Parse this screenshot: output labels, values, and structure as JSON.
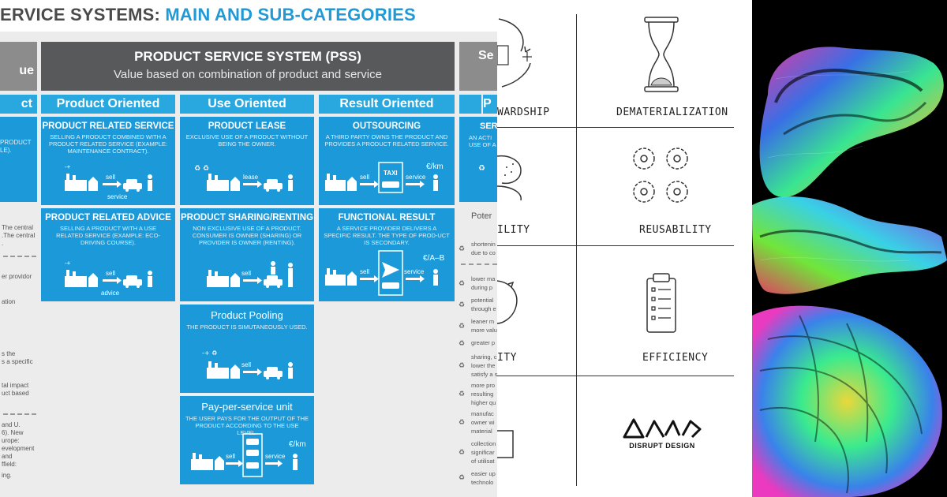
{
  "pss": {
    "title_part1": "ERVICE SYSTEMS:",
    "title_part2": "MAIN AND SUB-CATEGORIES",
    "header_title": "PRODUCT SERVICE SYSTEM (PSS)",
    "header_subtitle": "Value based on combination of product and service",
    "left_header": "ue",
    "right_header": "Se",
    "columns": [
      "Product Oriented",
      "Use Oriented",
      "Result Oriented"
    ],
    "left_col_fragment": "ct",
    "right_col_fragment": "P",
    "cells": {
      "product_related_service": {
        "title": "PRODUCT RELATED SERVICE",
        "desc": "SELLING A PRODUCT COMBINED WITH A PRODUCT RELATED SERVICE (EXAMPLE: MAINTENANCE CONTRACT).",
        "label1": "sell",
        "label2": "service"
      },
      "product_related_advice": {
        "title": "PRODUCT RELATED ADVICE",
        "desc": "SELLING A PRODUCT WITH A USE RELATED SERVICE (EXAMPLE: ECO-DRIVING COURSE).",
        "label1": "sell",
        "label2": "advice"
      },
      "product_lease": {
        "title": "PRODUCT LEASE",
        "desc": "EXCLUSIVE USE OF A PRODUCT WITHOUT BEING THE OWNER.",
        "label1": "lease"
      },
      "product_sharing": {
        "title": "PRODUCT SHARING/RENTING",
        "desc": "NON EXCLUSIVE USE OF A PRODUCT. CONSUMER IS OWNER (SHARING) OR PROVIDER IS OWNER (RENTING).",
        "label1": "sell"
      },
      "product_pooling": {
        "title": "Product Pooling",
        "desc": "THE PRODUCT IS SIMUTANEOUSLY USED.",
        "label1": "sell"
      },
      "pay_per_service": {
        "title": "Pay-per-service unit",
        "desc": "THE USER PAYS FOR THE OUTPUT OF THE PRODUCT ACCORDING TO THE USE LEVEL.",
        "label1": "sell",
        "label2": "service",
        "price": "€/km"
      },
      "outsourcing": {
        "title": "OUTSOURCING",
        "desc": "A THIRD PARTY OWNS THE PRODUCT AND PROVIDES A PRODUCT RELATED SERVICE.",
        "label1": "sell",
        "label2": "service",
        "price": "€/km",
        "sign": "TAXI"
      },
      "functional_result": {
        "title": "FUNCTIONAL RESULT",
        "desc": "A SERVICE PROVIDER DELIVERS A SPECIFIC RESULT. THE TYPE OF PROD-UCT IS SECONDARY.",
        "label1": "sell",
        "label2": "service",
        "price": "€/A–B"
      }
    },
    "right_cell_fragment": {
      "title": "SER",
      "desc": "AN ACTI USE OF A"
    },
    "left_texts": [
      "The central",
      ".The central",
      ".",
      "er providor",
      "ation",
      "s the",
      "s a specific",
      "tal impact",
      "uct based",
      "and U.",
      "6). New",
      "urope:",
      "evelopment",
      "and",
      "ffield:",
      "ing."
    ],
    "potential_title": "Poter",
    "potential_items": [
      "shortenin",
      "due to co",
      "lower ma",
      "during p",
      "potential",
      "through e",
      "leaner m",
      "more valu",
      "greater p",
      "sharing, c",
      "lower the",
      "satisfy a s",
      "more pro",
      "resulting",
      "higher qu",
      "manufac",
      "owner wi",
      "material",
      "collection",
      "significar",
      "of utilisat",
      "easier up",
      "technolo"
    ]
  },
  "design": {
    "labels": [
      "WARDSHIP",
      "DEMATERIALIZATION",
      "ILITY",
      "REUSABILITY",
      "ITY",
      "EFFICIENCY"
    ],
    "logo_text": "DISRUPT DESIGN"
  }
}
